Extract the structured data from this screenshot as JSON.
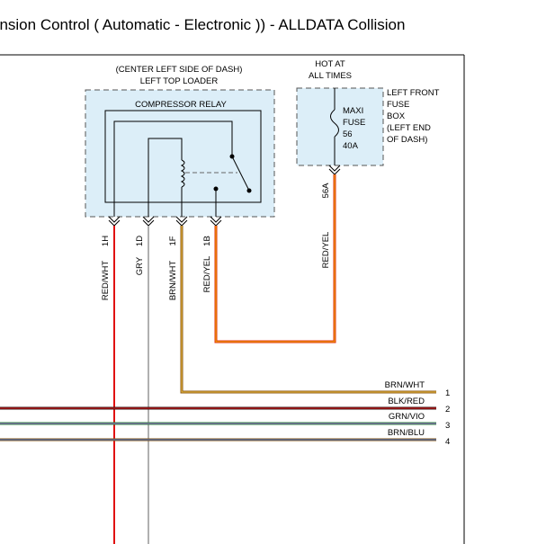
{
  "window": {
    "title": "ension Control ( Automatic - Electronic )) - ALLDATA Collision"
  },
  "relay": {
    "location_line1": "(CENTER LEFT SIDE OF DASH)",
    "location_line2": "LEFT TOP LOADER",
    "name": "COMPRESSOR RELAY",
    "pins": [
      "1H",
      "1D",
      "1F",
      "1B"
    ]
  },
  "fuse": {
    "power_line1": "HOT AT",
    "power_line2": "ALL TIMES",
    "type_line1": "MAXI",
    "type_line2": "FUSE",
    "number": "56",
    "rating": "40A",
    "box_line1": "LEFT FRONT",
    "box_line2": "FUSE",
    "box_line3": "BOX",
    "box_line4": "(LEFT END",
    "box_line5": "OF DASH)",
    "pin": "56A"
  },
  "wires": {
    "vertical": [
      "RED/WHT",
      "GRY",
      "BRN/WHT",
      "RED/YEL"
    ],
    "fuse_wire": "RED/YEL",
    "right": [
      {
        "color": "BRN/WHT",
        "num": "1"
      },
      {
        "color": "BLK/RED",
        "num": "2"
      },
      {
        "color": "GRN/VIO",
        "num": "3"
      },
      {
        "color": "BRN/BLU",
        "num": "4"
      }
    ]
  },
  "colors": {
    "red": "#e01010",
    "gray": "#b0b0b0",
    "brown": "#8b5a16",
    "yellow_core": "#f0b000",
    "box_fill": "#dceef8"
  }
}
